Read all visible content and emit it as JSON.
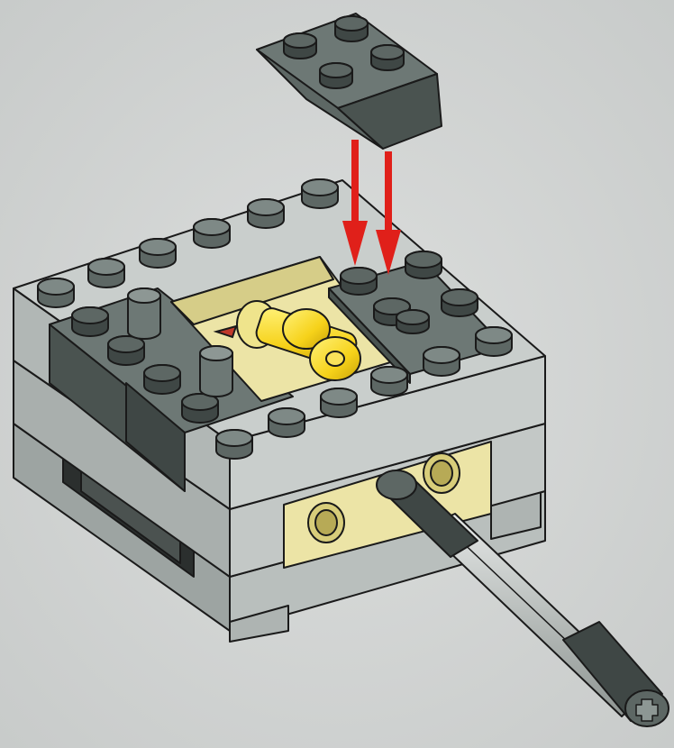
{
  "scene": {
    "description_hidden": "",
    "colors": {
      "background": "#d3d5d4",
      "light_gray": "#b9bfbd",
      "light_gray_side": "#9da4a2",
      "light_gray_top": "#c9cecc",
      "dark_gray": "#5d6764",
      "dark_gray_side": "#4a5350",
      "dark_gray_top": "#6d7875",
      "tan": "#ece4a6",
      "yellow": "#f6d21a",
      "arrow_red": "#e0201a",
      "outline": "#1a1a1a"
    },
    "parts": {
      "falling_slope": "slope-brick-dark-gray",
      "base": "gearbox-base-assembly",
      "axle": "axle-with-bushing"
    },
    "arrows": [
      "down-arrow",
      "down-arrow"
    ]
  }
}
